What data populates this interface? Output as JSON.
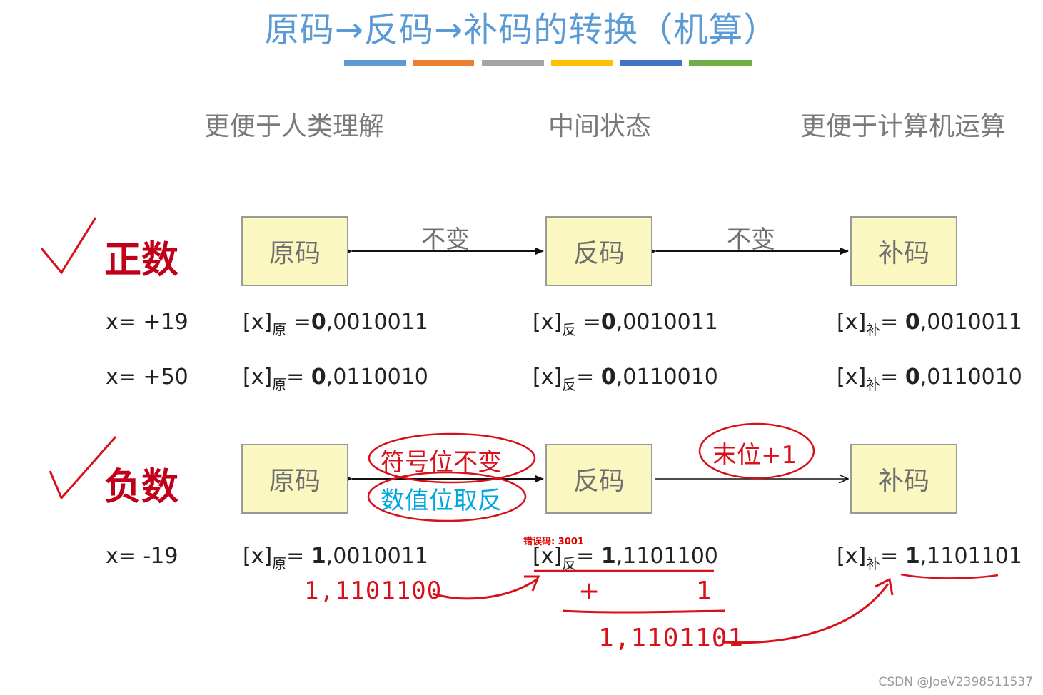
{
  "title": "原码→反码→补码的转换（机算）",
  "color_bar": [
    "#5b9bd5",
    "#ed7d31",
    "#a5a5a5",
    "#ffc000",
    "#4472c4",
    "#70ad47"
  ],
  "headers": {
    "left": "更便于人类理解",
    "middle": "中间状态",
    "right": "更便于计算机运算"
  },
  "positive": {
    "label": "正数",
    "box_yuan": "原码",
    "box_fan": "反码",
    "box_bu": "补码",
    "arrow1_label": "不变",
    "arrow2_label": "不变",
    "rows": [
      {
        "x": "x= +19",
        "yuan_prefix": "[x]",
        "yuan_sub": "原",
        "yuan_eq": " =",
        "yuan_sign": "0",
        "yuan_rest": ",0010011",
        "fan_prefix": "[x]",
        "fan_sub": "反",
        "fan_eq": " =",
        "fan_sign": "0",
        "fan_rest": ",0010011",
        "bu_prefix": "[x]",
        "bu_sub": "补",
        "bu_eq": "= ",
        "bu_sign": "0",
        "bu_rest": ",0010011"
      },
      {
        "x": "x= +50",
        "yuan_prefix": "[x]",
        "yuan_sub": "原",
        "yuan_eq": "= ",
        "yuan_sign": "0",
        "yuan_rest": ",0110010",
        "fan_prefix": "[x]",
        "fan_sub": "反",
        "fan_eq": "= ",
        "fan_sign": "0",
        "fan_rest": ",0110010",
        "bu_prefix": "[x]",
        "bu_sub": "补",
        "bu_eq": "= ",
        "bu_sign": "0",
        "bu_rest": ",0110010"
      }
    ]
  },
  "negative": {
    "label": "负数",
    "box_yuan": "原码",
    "box_fan": "反码",
    "box_bu": "补码",
    "oval_top": "符号位不变",
    "oval_bottom": "数值位取反",
    "oval_right": "末位+1",
    "row": {
      "x": "x= -19",
      "yuan_prefix": "[x]",
      "yuan_sub": "原",
      "yuan_eq": "= ",
      "yuan_sign": "1",
      "yuan_rest": ",0010011",
      "fan_prefix": "[x]",
      "fan_sub": "反",
      "fan_eq": "= ",
      "fan_sign": "1",
      "fan_rest": ",1101100",
      "bu_prefix": "[x]",
      "bu_sub": "补",
      "bu_eq": "= ",
      "bu_sign": "1",
      "bu_rest": ",1101101"
    },
    "handwritten_inverted": "1,1101100",
    "handwritten_plus": "+",
    "handwritten_one": "1",
    "handwritten_result": "1,1101101"
  },
  "error_code": "错误码: 3001",
  "watermark": "CSDN @JoeV2398511537"
}
